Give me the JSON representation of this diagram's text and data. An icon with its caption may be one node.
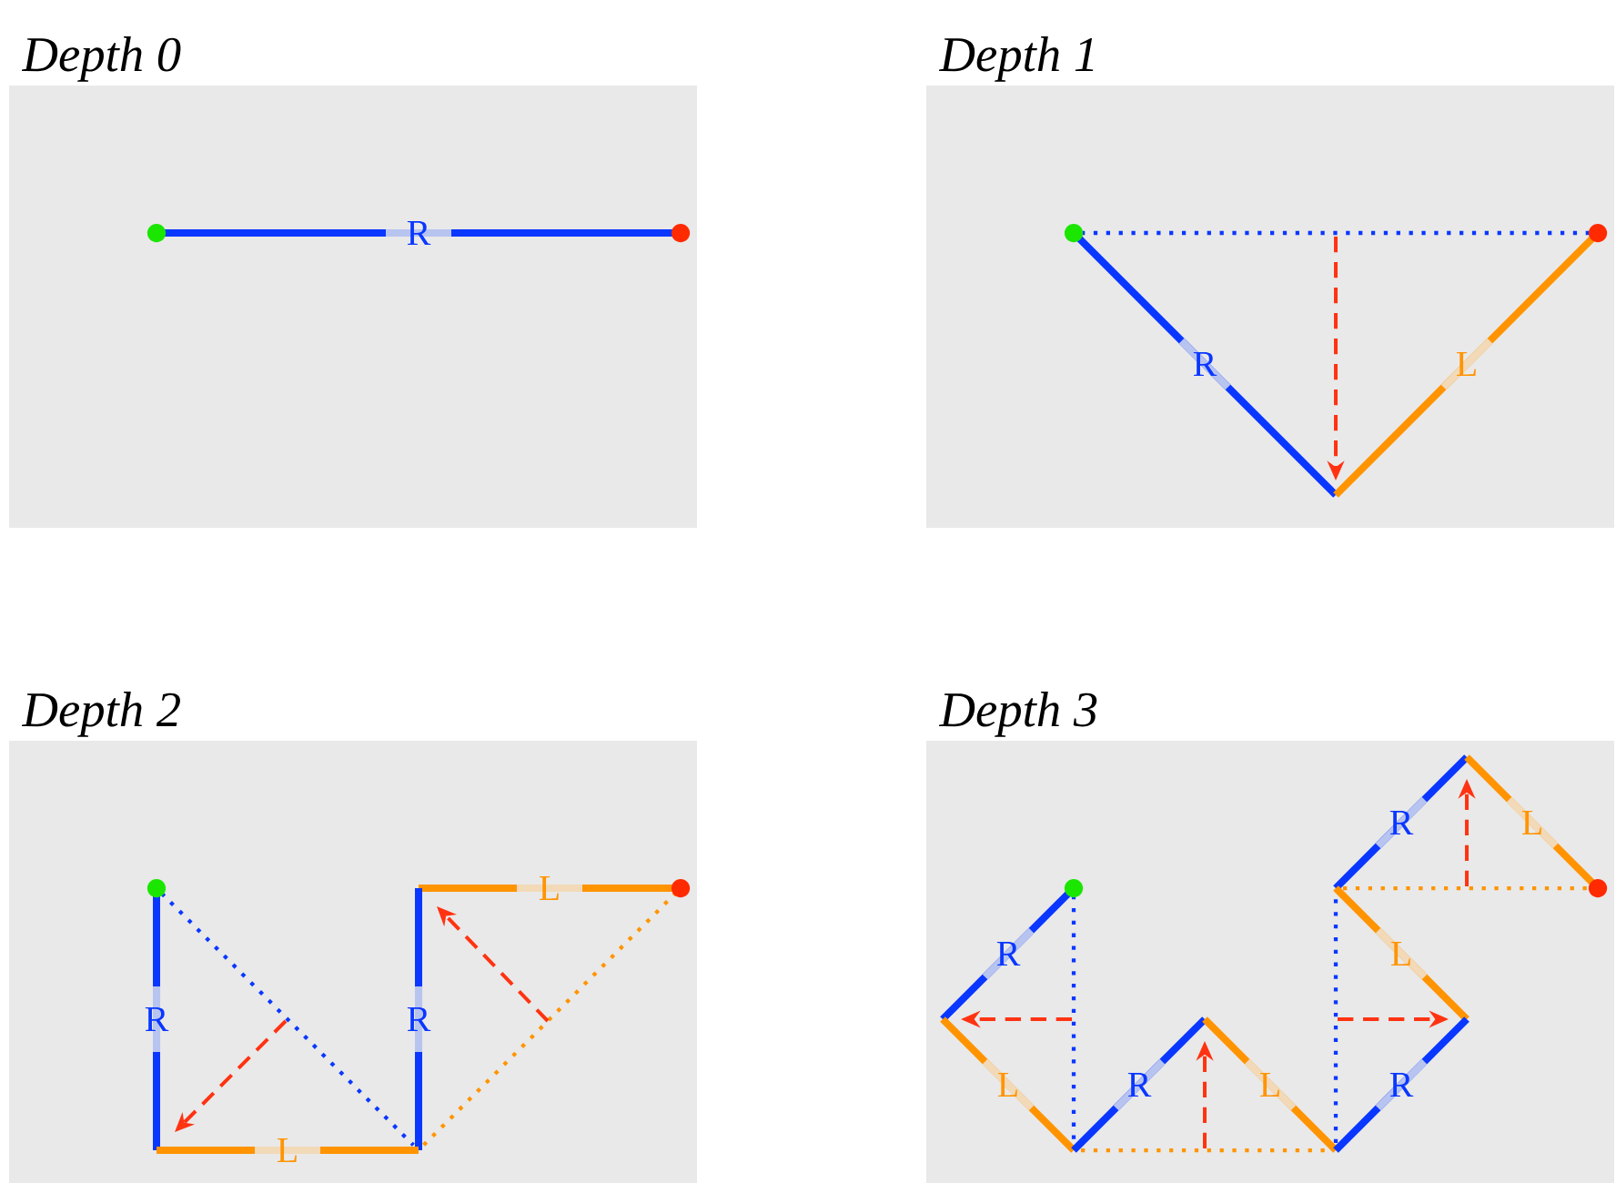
{
  "diagram": {
    "nodes": [
      {
        "text": [
          "Depth 0",
          "R"
        ]
      },
      {
        "text": [
          "Depth 1",
          "R",
          "L"
        ]
      },
      {
        "text": [
          "Depth 2",
          "L",
          "R",
          "R",
          "L"
        ]
      },
      {
        "text": [
          "Depth 3",
          "R",
          "L",
          "R",
          "L",
          "L",
          "R",
          "L",
          "R"
        ]
      }
    ]
  }
}
